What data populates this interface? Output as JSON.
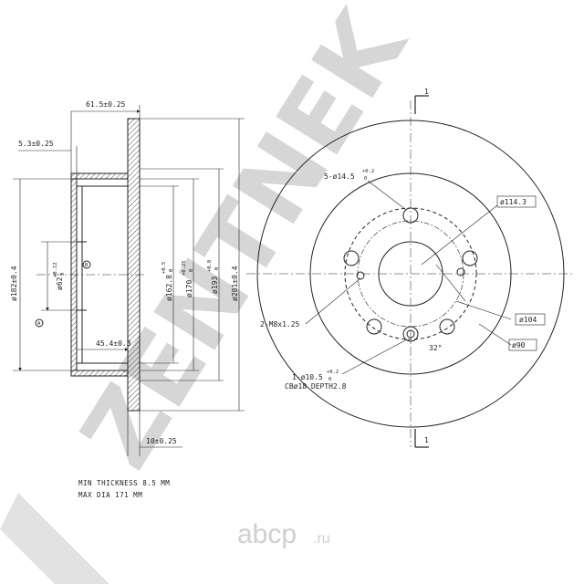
{
  "watermark": {
    "brand": "ZENTNEK"
  },
  "logo": {
    "name": "abcp",
    "domain": ".ru"
  },
  "side_view": {
    "dims": {
      "width": "61.5±0.25",
      "flange": "5.3±0.25",
      "dia_outer_ring": "ø182±0.4",
      "dia_center_main": "ø62",
      "dia_center_tol": "+0.12",
      "dia_center_tol2": "0",
      "dia_hub": "ø162.8",
      "dia_hub_tol": "+0.5",
      "dia_hub_tol2": "0",
      "dia_170": "ø170",
      "dia_170_tol": "+0.25",
      "dia_170_tol2": "0",
      "dia_193": "ø193",
      "dia_193_tol": "+0.8",
      "dia_193_tol2": "0",
      "dia_281": "ø281±0.4",
      "depth": "45.4±0.3",
      "thickness": "10±0.25",
      "datum_a": "A",
      "datum_b": "B"
    }
  },
  "front_view": {
    "dims": {
      "bolt_holes": "5-ø14.5",
      "bolt_tol": "+0.2",
      "bolt_tol2": "0",
      "pcd": "ø114.3",
      "thread": "2-M8x1.25",
      "d104": "ø104",
      "d90": "ø90",
      "angle": "32°",
      "pin_hole": "1-ø10.5",
      "pin_tol": "+0.2",
      "pin_tol2": "0",
      "counterbore": "CBø18 DEPTH2.8",
      "section_mark": "1"
    }
  },
  "notes": {
    "min_thickness": "MIN THICKNESS 8.5 MM",
    "max_dia": "MAX DIA 171 MM"
  },
  "colors": {
    "line": "#222222",
    "watermark": "#d6d6d6",
    "logo": "#cfcfcf"
  }
}
